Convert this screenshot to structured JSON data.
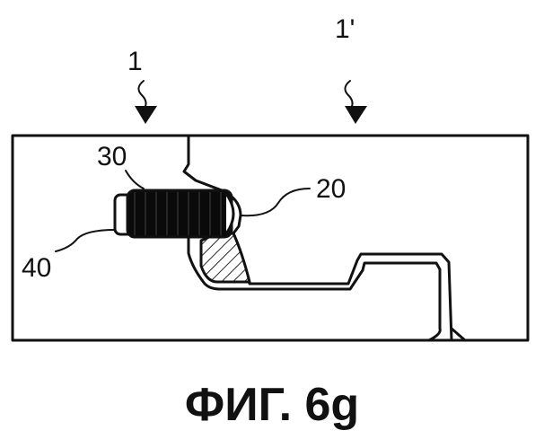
{
  "figure": {
    "labels": {
      "ref_1": "1",
      "ref_1_prime": "1'",
      "ref_30": "30",
      "ref_20": "20",
      "ref_40": "40"
    },
    "caption": "ФИГ. 6g"
  },
  "colors": {
    "ink": "#111111",
    "background": "#ffffff",
    "coil_fill": "#0a0a0a"
  }
}
